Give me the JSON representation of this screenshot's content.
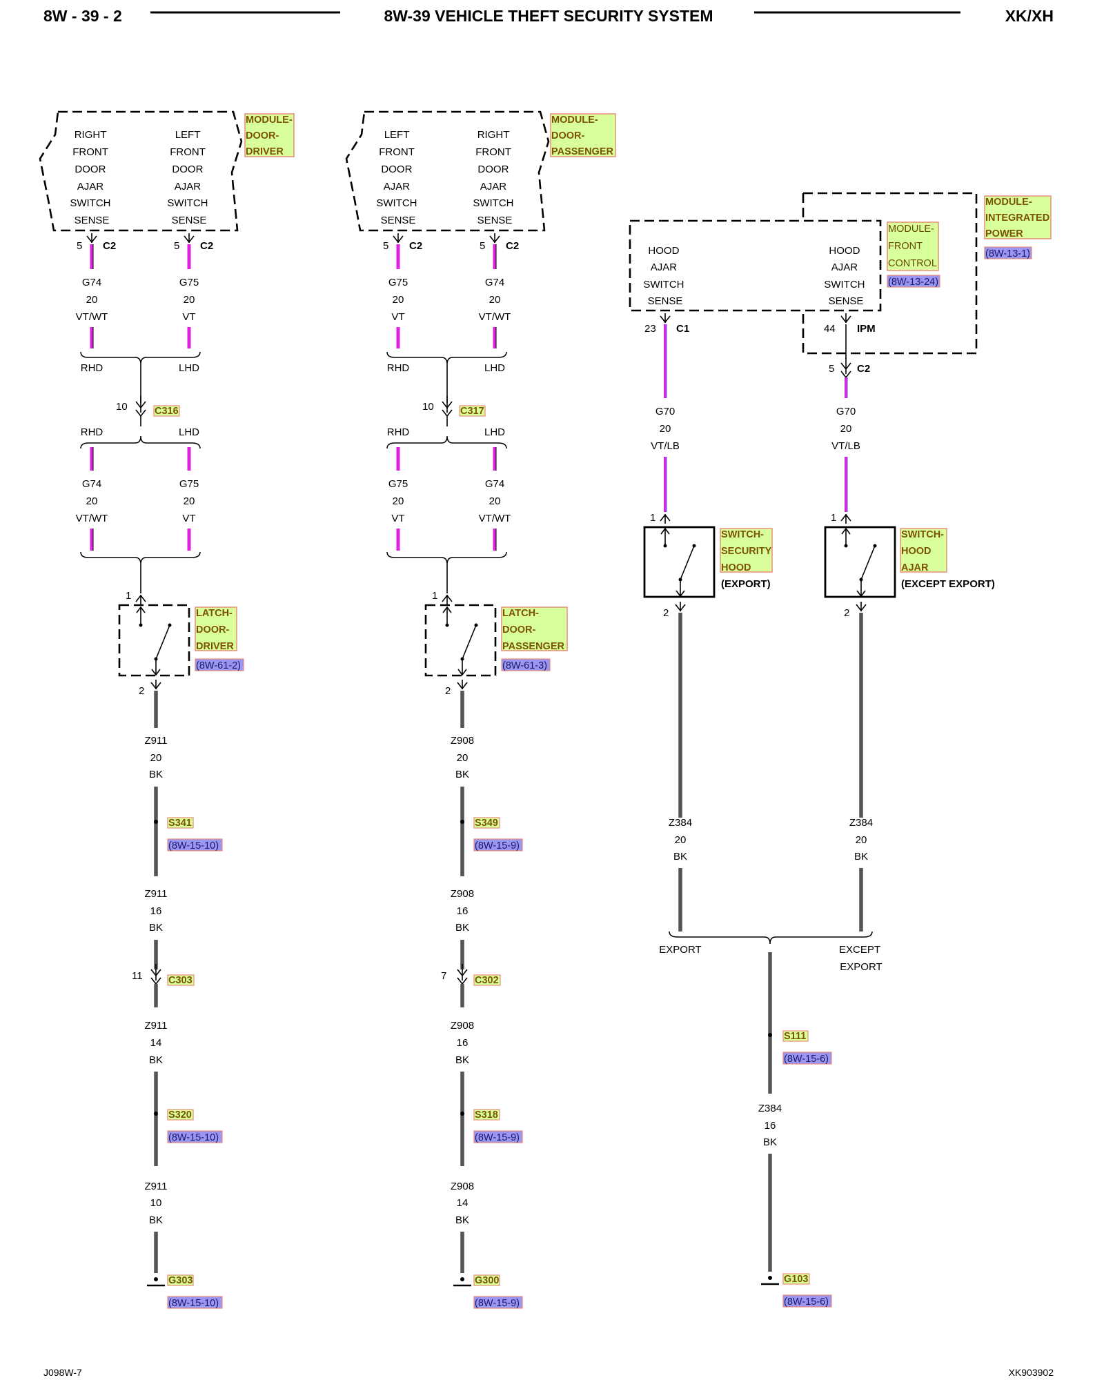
{
  "header": {
    "page": "8W - 39 - 2",
    "title": "8W-39 VEHICLE THEFT SECURITY SYSTEM",
    "model": "XK/XH"
  },
  "footer": {
    "left": "J098W-7",
    "right": "XK903902"
  },
  "colors": {
    "violet": "#e020e0",
    "black_wire": "#555555",
    "component_fill": "#d9ff9c",
    "reference_fill": "#9a96f2",
    "highlight_border": "#e88d7a"
  },
  "modules": {
    "door_driver": {
      "name": [
        "MODULE-",
        "DOOR-",
        "DRIVER"
      ],
      "left_col": [
        "RIGHT",
        "FRONT",
        "DOOR",
        "AJAR",
        "SWITCH",
        "SENSE"
      ],
      "right_col": [
        "LEFT",
        "FRONT",
        "DOOR",
        "AJAR",
        "SWITCH",
        "SENSE"
      ]
    },
    "door_passenger": {
      "name": [
        "MODULE-",
        "DOOR-",
        "PASSENGER"
      ],
      "left_col": [
        "LEFT",
        "FRONT",
        "DOOR",
        "AJAR",
        "SWITCH",
        "SENSE"
      ],
      "right_col": [
        "RIGHT",
        "FRONT",
        "DOOR",
        "AJAR",
        "SWITCH",
        "SENSE"
      ]
    },
    "front_control": {
      "name": [
        "MODULE-",
        "FRONT",
        "CONTROL"
      ],
      "ref": "(8W-13-24)"
    },
    "integrated_power": {
      "name": [
        "MODULE-",
        "INTEGRATED",
        "POWER"
      ],
      "ref": "(8W-13-1)"
    },
    "hood_left": [
      "HOOD",
      "AJAR",
      "SWITCH",
      "SENSE"
    ],
    "hood_right": [
      "HOOD",
      "AJAR",
      "SWITCH",
      "SENSE"
    ]
  },
  "connectors": {
    "c2": "C2",
    "c1": "C1",
    "ipm": "IPM",
    "c316": "C316",
    "c317": "C317",
    "c303": "C303",
    "c302": "C302",
    "pin5": "5",
    "pin10": "10",
    "pin23": "23",
    "pin44": "44",
    "pin1": "1",
    "pin2": "2",
    "pin11": "11",
    "pin7": "7"
  },
  "routing": {
    "rhd": "RHD",
    "lhd": "LHD",
    "export": "EXPORT",
    "except_export": [
      "EXCEPT",
      "EXPORT"
    ]
  },
  "wires": {
    "g74": [
      "G74",
      "20",
      "VT/WT"
    ],
    "g75": [
      "G75",
      "20",
      "VT"
    ],
    "g70": [
      "G70",
      "20",
      "VT/LB"
    ],
    "z911_20": [
      "Z911",
      "20",
      "BK"
    ],
    "z911_16": [
      "Z911",
      "16",
      "BK"
    ],
    "z911_14": [
      "Z911",
      "14",
      "BK"
    ],
    "z911_10": [
      "Z911",
      "10",
      "BK"
    ],
    "z908_20": [
      "Z908",
      "20",
      "BK"
    ],
    "z908_16": [
      "Z908",
      "16",
      "BK"
    ],
    "z908_14": [
      "Z908",
      "14",
      "BK"
    ],
    "z384_20": [
      "Z384",
      "20",
      "BK"
    ],
    "z384_16": [
      "Z384",
      "16",
      "BK"
    ]
  },
  "latches": {
    "driver": {
      "name": [
        "LATCH-",
        "DOOR-",
        "DRIVER"
      ],
      "ref": "(8W-61-2)"
    },
    "passenger": {
      "name": [
        "LATCH-",
        "DOOR-",
        "PASSENGER"
      ],
      "ref": "(8W-61-3)"
    }
  },
  "switches": {
    "security_hood": {
      "name": [
        "SWITCH-",
        "SECURITY",
        "HOOD",
        "(EXPORT)"
      ]
    },
    "hood_ajar": {
      "name": [
        "SWITCH-",
        "HOOD",
        "AJAR",
        "(EXCEPT EXPORT)"
      ]
    }
  },
  "splices": {
    "s341": {
      "id": "S341",
      "ref": "(8W-15-10)"
    },
    "s320": {
      "id": "S320",
      "ref": "(8W-15-10)"
    },
    "s349": {
      "id": "S349",
      "ref": "(8W-15-9)"
    },
    "s318": {
      "id": "S318",
      "ref": "(8W-15-9)"
    },
    "s111": {
      "id": "S111",
      "ref": "(8W-15-6)"
    }
  },
  "grounds": {
    "g303": {
      "id": "G303",
      "ref": "(8W-15-10)"
    },
    "g300": {
      "id": "G300",
      "ref": "(8W-15-9)"
    },
    "g103": {
      "id": "G103",
      "ref": "(8W-15-6)"
    }
  }
}
